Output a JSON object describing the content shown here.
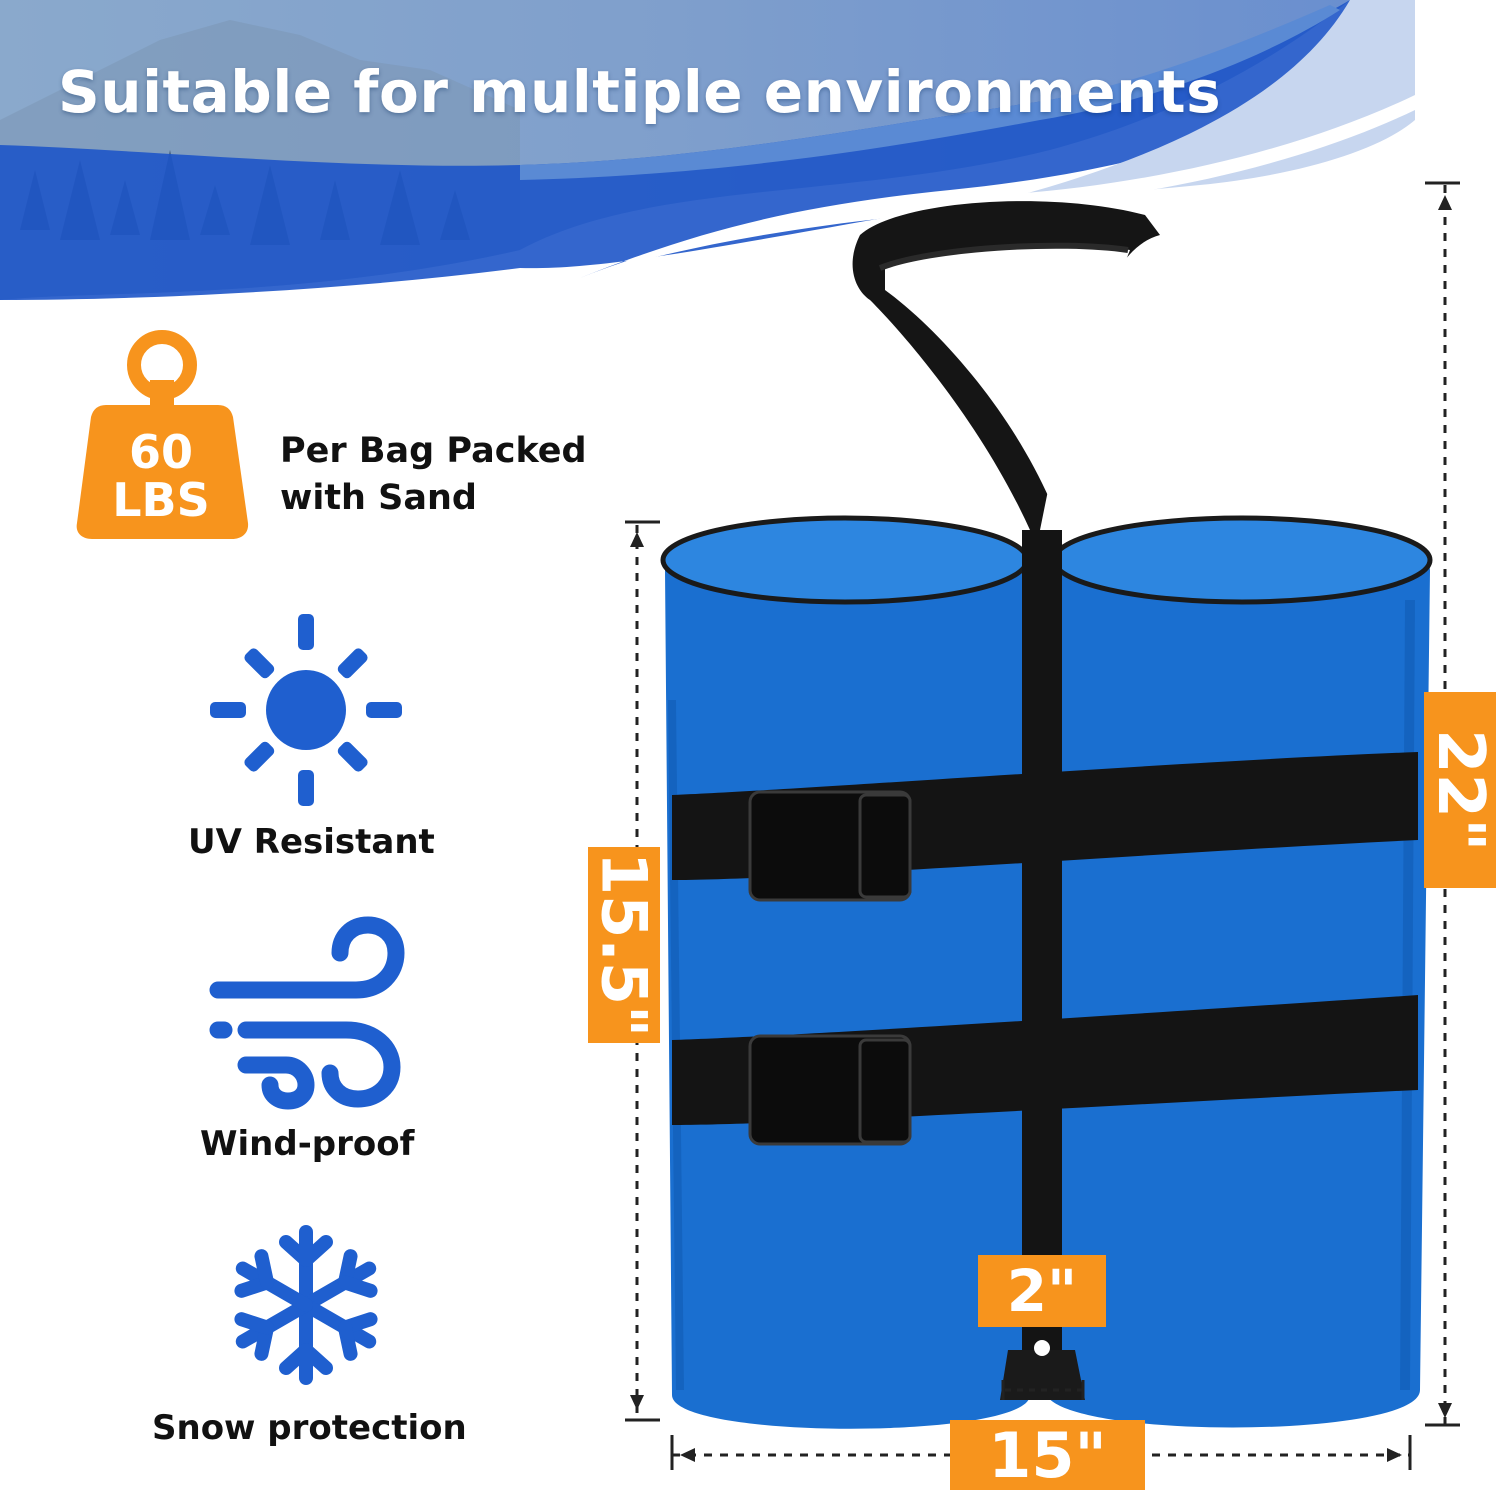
{
  "headline": "Suitable for multiple environments",
  "weight": {
    "value": "60",
    "unit": "LBS",
    "caption_line1": "Per Bag Packed",
    "caption_line2": "with Sand",
    "icon": "weight-icon"
  },
  "features": [
    {
      "label": "UV Resistant",
      "icon": "sun-icon"
    },
    {
      "label": "Wind-proof",
      "icon": "wind-icon"
    },
    {
      "label": "Snow protection",
      "icon": "snowflake-icon"
    }
  ],
  "dimensions": {
    "total_height": "22\"",
    "bag_height": "15.5\"",
    "strap_width": "2\"",
    "width": "15\""
  },
  "colors": {
    "accent": "#f7941d",
    "icon_blue": "#1f5fcf",
    "bag_blue": "#1a6fd0",
    "banner_blue": "#3f7fcf"
  }
}
